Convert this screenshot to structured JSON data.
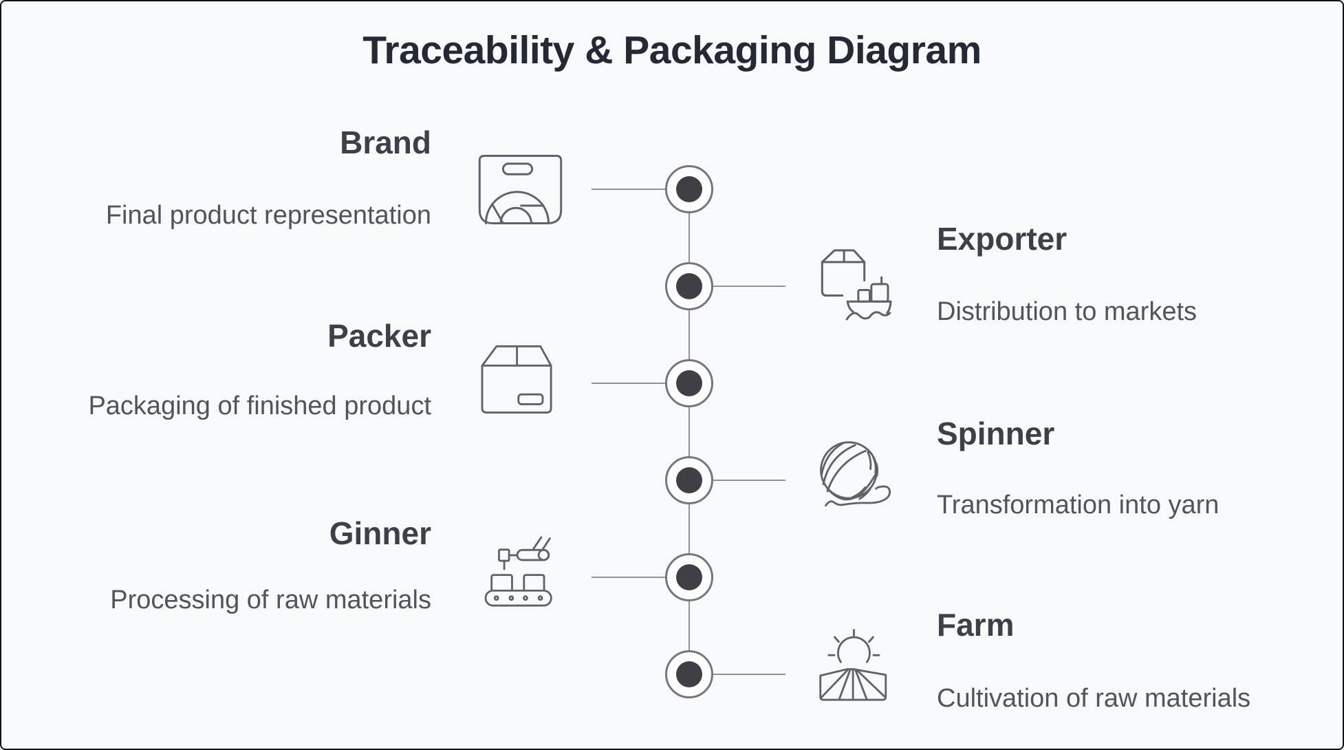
{
  "title": "Traceability & Packaging Diagram",
  "stages": [
    {
      "name": "Brand",
      "description": "Final product representation",
      "side": "left",
      "icon": "shopping-bag-icon"
    },
    {
      "name": "Exporter",
      "description": "Distribution to markets",
      "side": "right",
      "icon": "cargo-ship-icon"
    },
    {
      "name": "Packer",
      "description": "Packaging of finished product",
      "side": "left",
      "icon": "package-box-icon"
    },
    {
      "name": "Spinner",
      "description": "Transformation into yarn",
      "side": "right",
      "icon": "yarn-ball-icon"
    },
    {
      "name": "Ginner",
      "description": "Processing of raw materials",
      "side": "left",
      "icon": "conveyor-robot-icon"
    },
    {
      "name": "Farm",
      "description": "Cultivation of raw materials",
      "side": "right",
      "icon": "farm-field-sun-icon"
    }
  ],
  "timeline": {
    "node_count": 6,
    "sequence_top_to_bottom": [
      "Brand",
      "Exporter",
      "Packer",
      "Spinner",
      "Ginner",
      "Farm"
    ]
  },
  "colors": {
    "background": "#f8f9fb",
    "frame_border": "#111216",
    "title_text": "#242936",
    "stage_label_text": "#3b4049",
    "stage_description_text": "#4f545d",
    "icon_stroke": "#5d626b",
    "timeline_line": "#8e939b",
    "node_ring": "#72777f",
    "node_fill": "#fdfdfe",
    "node_dot": "#3e4045"
  }
}
